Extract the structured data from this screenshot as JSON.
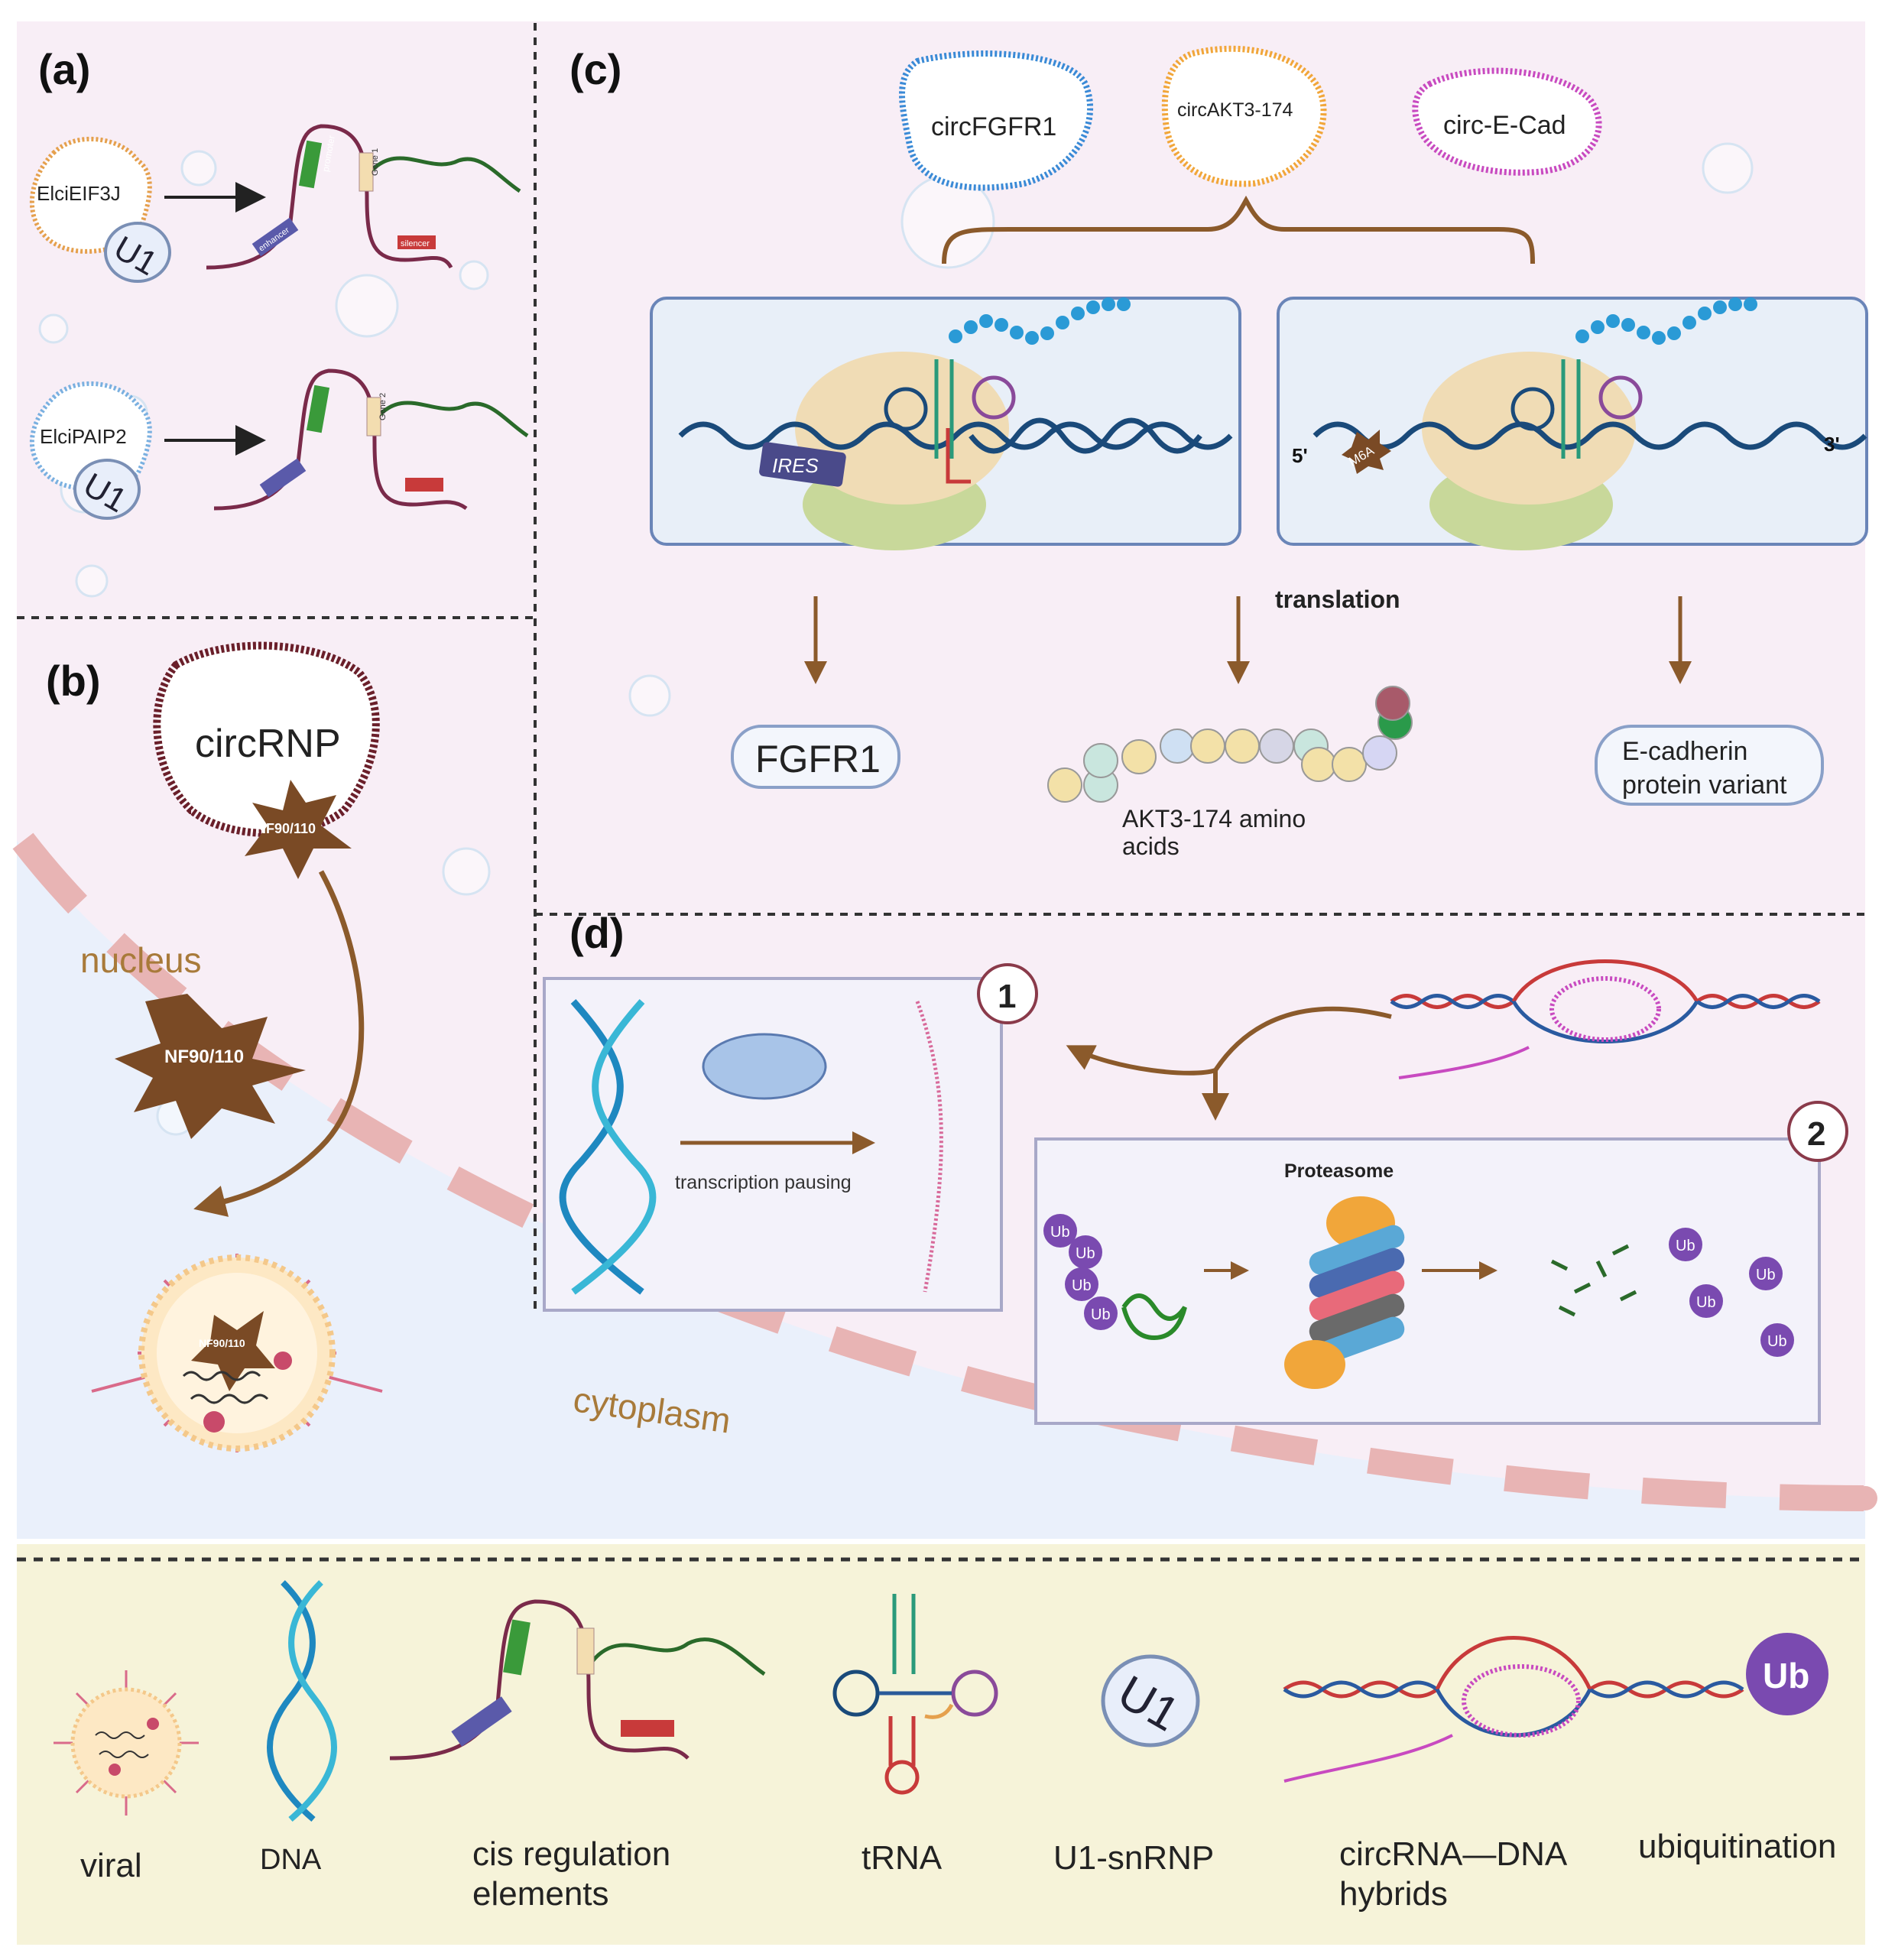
{
  "panels": {
    "a": {
      "label": "(a)",
      "circ1": "ElciEIF3J",
      "circ2": "ElciPAIP2",
      "u1": "U1",
      "gene_labels": {
        "promoter": "promoter",
        "gene1": "Gene 1",
        "gene2": "Gene 2",
        "enhancer": "enhancer",
        "silencer": "silencer"
      }
    },
    "b": {
      "label": "(b)",
      "circRNP": "circRNP",
      "nf": "NF90/110",
      "nucleus": "nucleus",
      "cytoplasm": "cytoplasm"
    },
    "c": {
      "label": "(c)",
      "circs": [
        "circFGFR1",
        "circAKT3-174",
        "circ-E-Cad"
      ],
      "ires": "IRES",
      "m6a": "M6A",
      "five": "5'",
      "three": "3'",
      "translation": "translation",
      "product1": "FGFR1",
      "product2_line1": "AKT3-174 amino",
      "product2_line2": "acids",
      "product3_line1": "E-cadherin",
      "product3_line2": "protein variant"
    },
    "d": {
      "label": "(d)",
      "step1": "1",
      "step2": "2",
      "transcription": "transcription pausing",
      "proteasome": "Proteasome",
      "ub": "Ub"
    }
  },
  "legend": {
    "items": [
      "viral",
      "DNA",
      "cis regulation elements",
      "tRNA",
      "U1-snRNP",
      "circRNA—DNA hybrids",
      "ubiquitination"
    ],
    "cis_line1": "cis regulation",
    "cis_line2": "elements",
    "hyb_line1": "circRNA—DNA",
    "hyb_line2": "hybrids",
    "u1": "U1",
    "ub": "Ub"
  },
  "colors": {
    "pink_bg": "#f8eef6",
    "blue_bg": "#eaf0fb",
    "legend_bg": "#f6f3d9",
    "brown": "#8b5a2b",
    "nf_star": "#7a4a25",
    "membrane": "#e8b4b4"
  }
}
